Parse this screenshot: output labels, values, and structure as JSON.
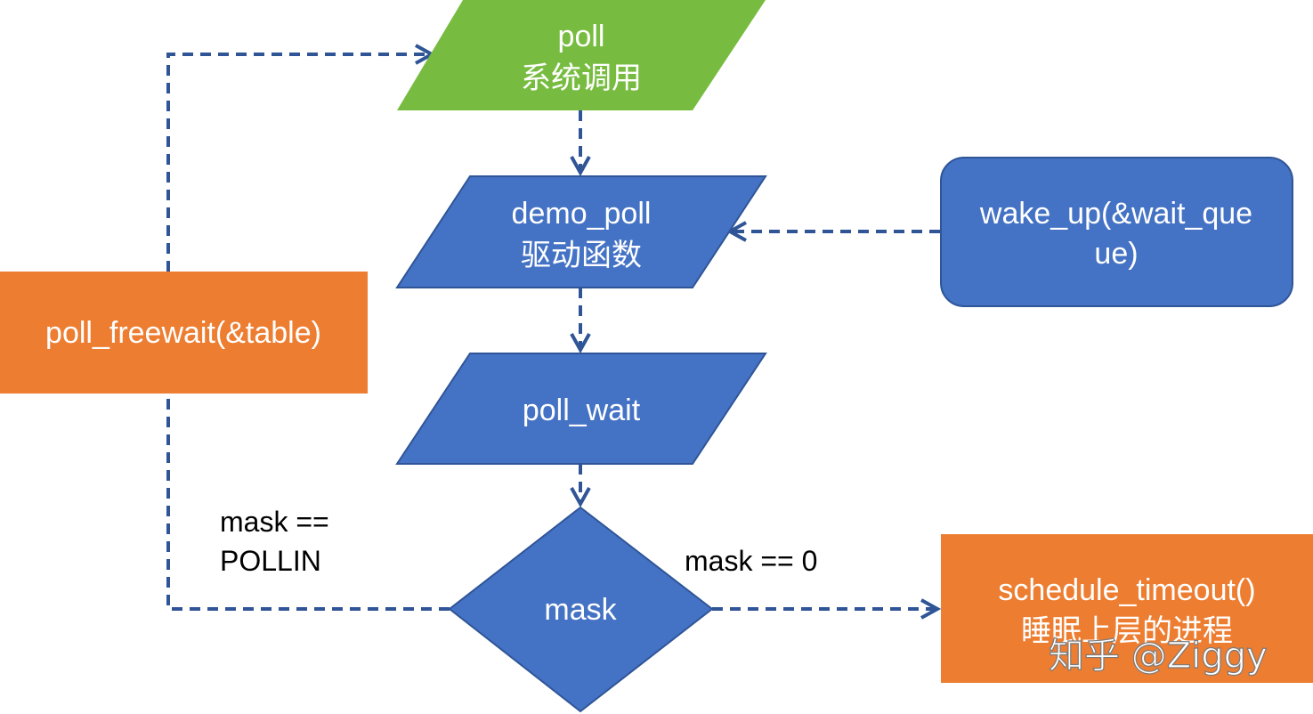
{
  "colors": {
    "blue": "#4472C4",
    "green": "#77BC40",
    "orange": "#ED7D31",
    "edge": "#2F5597",
    "text_light": "#FFFFFF",
    "text_dark": "#000000"
  },
  "nodes": {
    "poll_syscall": {
      "line1": "poll",
      "line2": "系统调用",
      "shape": "parallelogram"
    },
    "demo_poll": {
      "line1": "demo_poll",
      "line2": "驱动函数",
      "shape": "parallelogram"
    },
    "poll_wait": {
      "line1": "poll_wait",
      "shape": "parallelogram"
    },
    "mask": {
      "line1": "mask",
      "shape": "diamond"
    },
    "wake_up": {
      "line1": "wake_up(&wait_que",
      "line2": "ue)",
      "shape": "rounded-rect"
    },
    "poll_freewait": {
      "line1": "poll_freewait(&table)",
      "shape": "rect"
    },
    "schedule_timeout": {
      "line1": "schedule_timeout()",
      "line2": "睡眠上层的进程",
      "shape": "rect"
    }
  },
  "edges": {
    "mask_pollin": {
      "line1": "mask ==",
      "line2": "POLLIN"
    },
    "mask_zero": {
      "line1": "mask == 0"
    }
  },
  "watermark": "知乎 @Ziggy"
}
